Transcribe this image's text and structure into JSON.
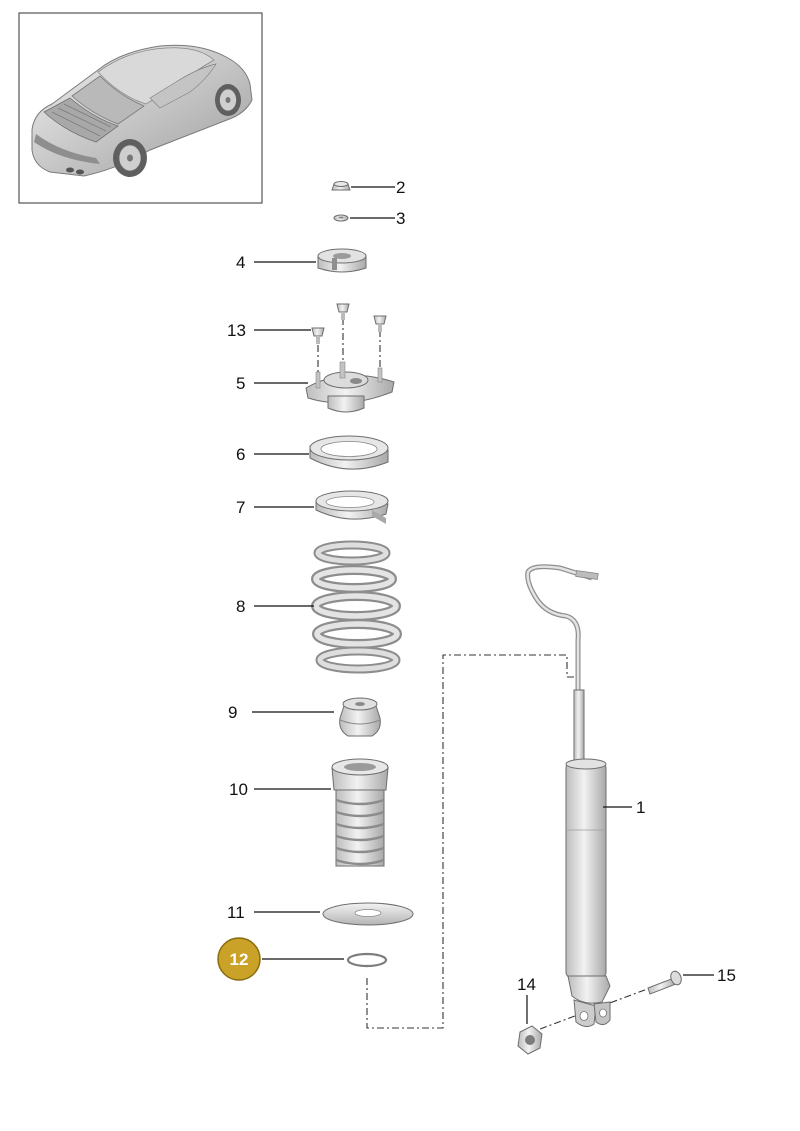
{
  "callouts": [
    {
      "id": "c1",
      "label": "1",
      "highlighted": false
    },
    {
      "id": "c2",
      "label": "2",
      "highlighted": false
    },
    {
      "id": "c3",
      "label": "3",
      "highlighted": false
    },
    {
      "id": "c4",
      "label": "4",
      "highlighted": false
    },
    {
      "id": "c5",
      "label": "5",
      "highlighted": false
    },
    {
      "id": "c6",
      "label": "6",
      "highlighted": false
    },
    {
      "id": "c7",
      "label": "7",
      "highlighted": false
    },
    {
      "id": "c8",
      "label": "8",
      "highlighted": false
    },
    {
      "id": "c9",
      "label": "9",
      "highlighted": false
    },
    {
      "id": "c10",
      "label": "10",
      "highlighted": false
    },
    {
      "id": "c11",
      "label": "11",
      "highlighted": false
    },
    {
      "id": "c12",
      "label": "12",
      "highlighted": true
    },
    {
      "id": "c13",
      "label": "13",
      "highlighted": false
    },
    {
      "id": "c14",
      "label": "14",
      "highlighted": false
    },
    {
      "id": "c15",
      "label": "15",
      "highlighted": false
    }
  ],
  "colors": {
    "highlight_fill": "#c9a227",
    "highlight_stroke": "#8a6d12",
    "highlight_text": "#ffffff",
    "part_light": "#eeeeee",
    "part_mid": "#c8c8c8",
    "part_dark": "#9a9a9a"
  },
  "icons": {
    "vehicle": "car-rear-three-quarter-icon"
  }
}
